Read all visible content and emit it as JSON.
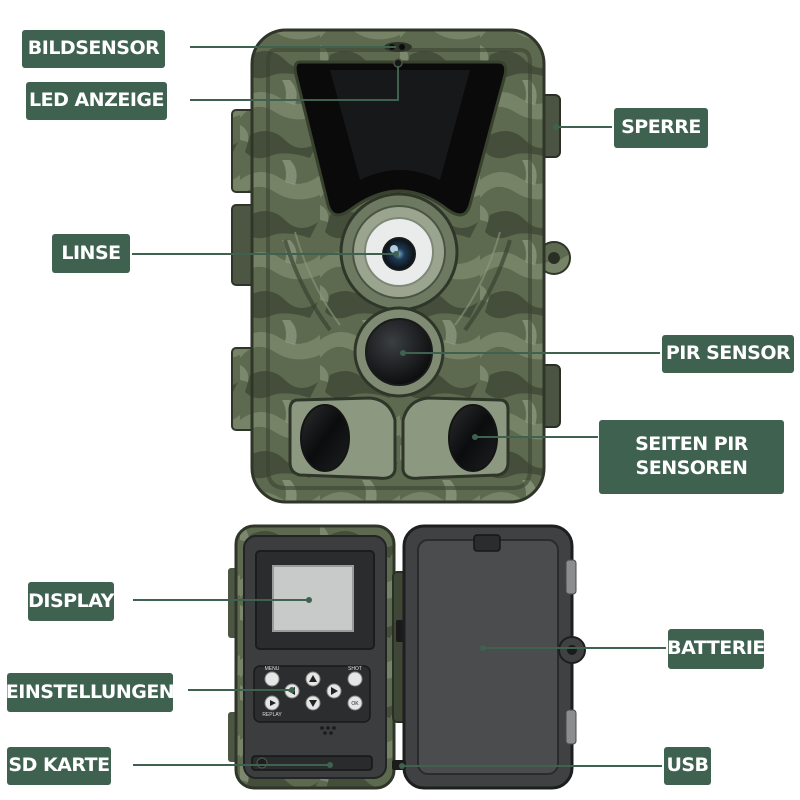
{
  "labels": {
    "bildsensor": "BILDSENSOR",
    "led_anzeige": "LED ANZEIGE",
    "linse": "LINSE",
    "sperre": "SPERRE",
    "pir_sensor": "PIR SENSOR",
    "seiten_pir_line1": "SEITEN PIR",
    "seiten_pir_line2": "SENSOREN",
    "display": "DISPLAY",
    "einstellungen": "EINSTELLUNGEN",
    "sd_karte": "SD KARTE",
    "batterie": "BATTERIE",
    "usb": "USB"
  },
  "buttons": {
    "menu": "MENU",
    "shot": "SHOT",
    "replay": "REPLAY",
    "ok": "OK"
  },
  "colors": {
    "label_bg": "#3f6150",
    "camo_base": "#5e6a50",
    "camo_dark": "#3a4332",
    "camo_light": "#8e9a80"
  }
}
